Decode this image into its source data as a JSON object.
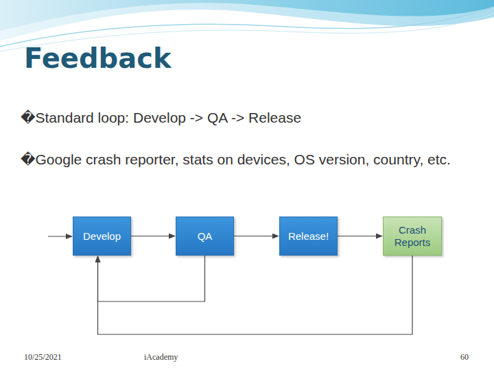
{
  "diagram": {
    "title": "Feedback",
    "nodes": [
      {
        "text": [
          "Develop"
        ]
      },
      {
        "text": [
          "QA"
        ]
      },
      {
        "text": [
          "Release!"
        ]
      },
      {
        "text": [
          "Crash Reports"
        ]
      }
    ],
    "edges": [
      {
        "from": 0,
        "to": 1,
        "arrow": "to"
      },
      {
        "from": 1,
        "to": 2,
        "arrow": "to"
      },
      {
        "from": 2,
        "to": 3,
        "arrow": "to"
      },
      {
        "from": 1,
        "to": 0,
        "arrow": "to"
      },
      {
        "from": 3,
        "to": 0,
        "arrow": "to"
      }
    ],
    "labels": [
      "�Standard loop: Develop -> QA -> Release",
      "�Google crash reporter, stats on devices, OS version, country, etc.",
      "10/25/2021",
      "iAcademy",
      "60"
    ]
  }
}
